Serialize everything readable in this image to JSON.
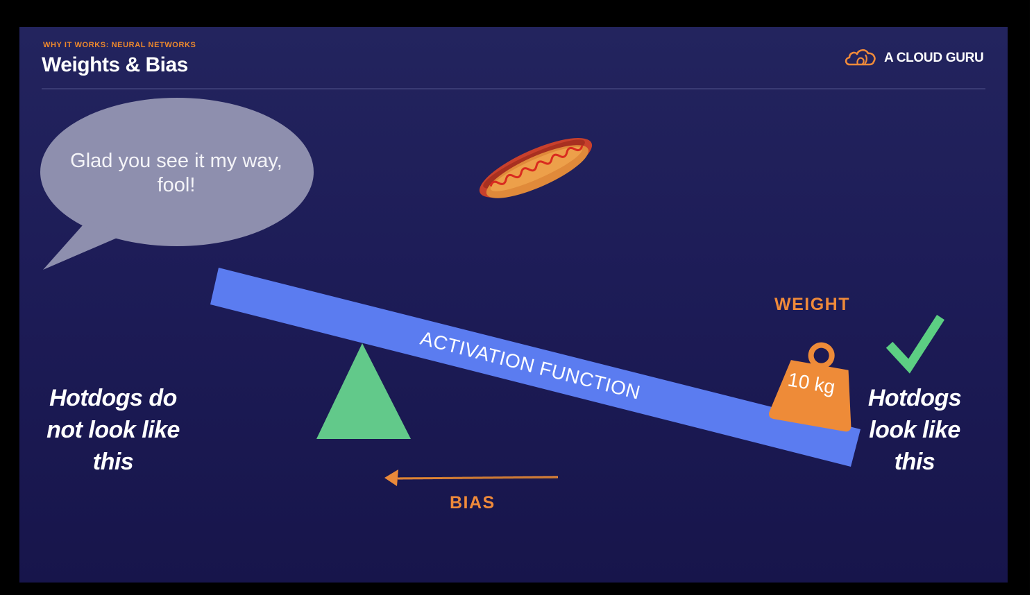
{
  "header": {
    "eyebrow": "WHY IT WORKS: NEURAL NETWORKS",
    "title": "Weights & Bias"
  },
  "logo": {
    "text": "A CLOUD GURU",
    "icon": "cloud-logo-icon"
  },
  "speech_bubble": {
    "lines": [
      "Glad you see it my way,",
      "fool!"
    ]
  },
  "left_statement": {
    "lines": [
      "Hotdogs do",
      "not look like",
      "this"
    ]
  },
  "right_statement": {
    "lines": [
      "Hotdogs",
      "look like",
      "this"
    ]
  },
  "seesaw": {
    "beam_label": "ACTIVATION FUNCTION",
    "weight_label": "WEIGHT",
    "weight_value": "10 kg",
    "bias_label": "BIAS"
  },
  "icons": [
    "hotdog-icon",
    "checkmark-icon",
    "fulcrum-triangle-icon",
    "weight-icon",
    "arrow-left-icon"
  ],
  "colors": {
    "accent_orange": "#ef8a3a",
    "beam_blue": "#5b7cf0",
    "fulcrum_green": "#62c98a",
    "check_green": "#5ccf83",
    "background": "#1d1c57"
  }
}
